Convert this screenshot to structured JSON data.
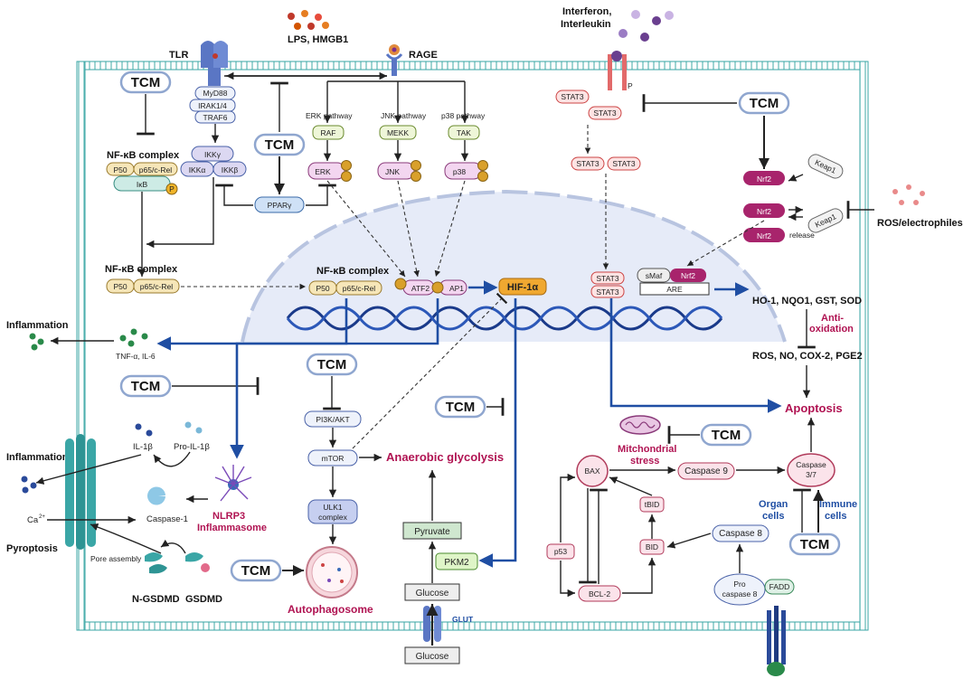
{
  "labels": {
    "tlr": "TLR",
    "lps": "LPS, HMGB1",
    "rage": "RAGE",
    "interferon": "Interferon,",
    "interleukin": "Interleukin",
    "tcm": "TCM",
    "myd88": "MyD88",
    "irak": "IRAK1/4",
    "traf6": "TRAF6",
    "ikkg": "IKKγ",
    "ikka": "IKKα",
    "ikkb": "IKKβ",
    "nfkb_complex": "NF-κB complex",
    "p50": "P50",
    "p65": "p65/c-Rel",
    "ikb": "IκB",
    "p": "P",
    "erk_path": "ERK pathway",
    "jnk_path": "JNK pathway",
    "p38_path": "p38 pathway",
    "raf": "RAF",
    "mekk": "MEKK",
    "tak": "TAK",
    "erk": "ERK",
    "jnk": "JNK",
    "p38": "p38",
    "ppar": "PPARγ",
    "stat3": "STAT3",
    "nrf2": "Nrf2",
    "keap1": "Keap1",
    "release": "release",
    "ros_electrophiles": "ROS/electrophiles",
    "atf2": "ATF2",
    "ap1": "AP1",
    "hif": "HIF-1α",
    "smaf": "sMaf",
    "are": "ARE",
    "ho1": "HO-1, NQO1, GST, SOD",
    "anti": "Anti-",
    "oxidation": "oxidation",
    "ros_no": "ROS, NO, COX-2, PGE2",
    "apoptosis": "Apoptosis",
    "inflammation": "Inflammation",
    "tnf": "TNF-α, IL-6",
    "pi3k": "PI3K/AKT",
    "mtor": "mTOR",
    "anaerobic": "Anaerobic glycolysis",
    "ulk1a": "ULK1",
    "ulk1b": "complex",
    "autophagosome": "Autophagosome",
    "pyruvate": "Pyruvate",
    "pkm2": "PKM2",
    "glucose": "Glucose",
    "glut": "GLUT",
    "il1b": "IL-1β",
    "proil1b": "Pro-IL-1β",
    "caspase1": "Caspase-1",
    "nlrp3": "NLRP3",
    "inflammasome": "Inflammasome",
    "ca": "Ca",
    "ca_sup": "2+",
    "pyroptosis": "Pyroptosis",
    "pore": "Pore assembly",
    "ngsdmd": "N-GSDMD",
    "gsdmd": "GSDMD",
    "mito1": "Mitchondrial",
    "mito2": "stress",
    "bax": "BAX",
    "caspase9": "Caspase 9",
    "caspase37a": "Caspase",
    "caspase37b": "3/7",
    "tbid": "tBID",
    "bid": "BID",
    "p53": "p53",
    "bcl2": "BCL-2",
    "caspase8": "Caspase 8",
    "procasp8a": "Pro",
    "procasp8b": "caspase 8",
    "fadd": "FADD",
    "organ1": "Organ",
    "organ2": "cells",
    "immune1": "Immune",
    "immune2": "cells"
  },
  "colors": {
    "accent_red": "#b01352",
    "arrow_blue": "#1f4ea3",
    "tcm_border": "#8fa6cf",
    "membrane": "#3aa6a6",
    "nucleus": "#e6ebf8",
    "nrf2": "#a8246c"
  }
}
